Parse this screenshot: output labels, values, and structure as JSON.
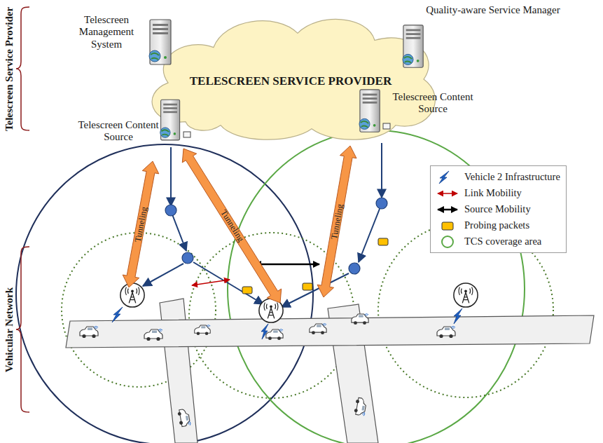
{
  "diagram": {
    "nodes": [
      {
        "text": [
          "TELESCREEN SERVICE PROVIDER"
        ]
      },
      {
        "text": [
          "Telescreen Management System"
        ]
      },
      {
        "text": [
          "Quality-aware Service Manager"
        ]
      },
      {
        "text": [
          "Telescreen Content Source"
        ]
      },
      {
        "text": [
          "Telescreen Content Source"
        ]
      }
    ],
    "labels": [
      "Telescreen Service Provider",
      "Vehicular Network",
      "Tunneling",
      "Tunneling",
      "Tunneling"
    ],
    "legend": [
      {
        "text": "Vehicle 2 Infrastructure"
      },
      {
        "text": "Link Mobility"
      },
      {
        "text": "Source Mobility"
      },
      {
        "text": "Probing packets",
        "color": "#ffc000"
      },
      {
        "text": "TCS coverage area"
      }
    ]
  }
}
